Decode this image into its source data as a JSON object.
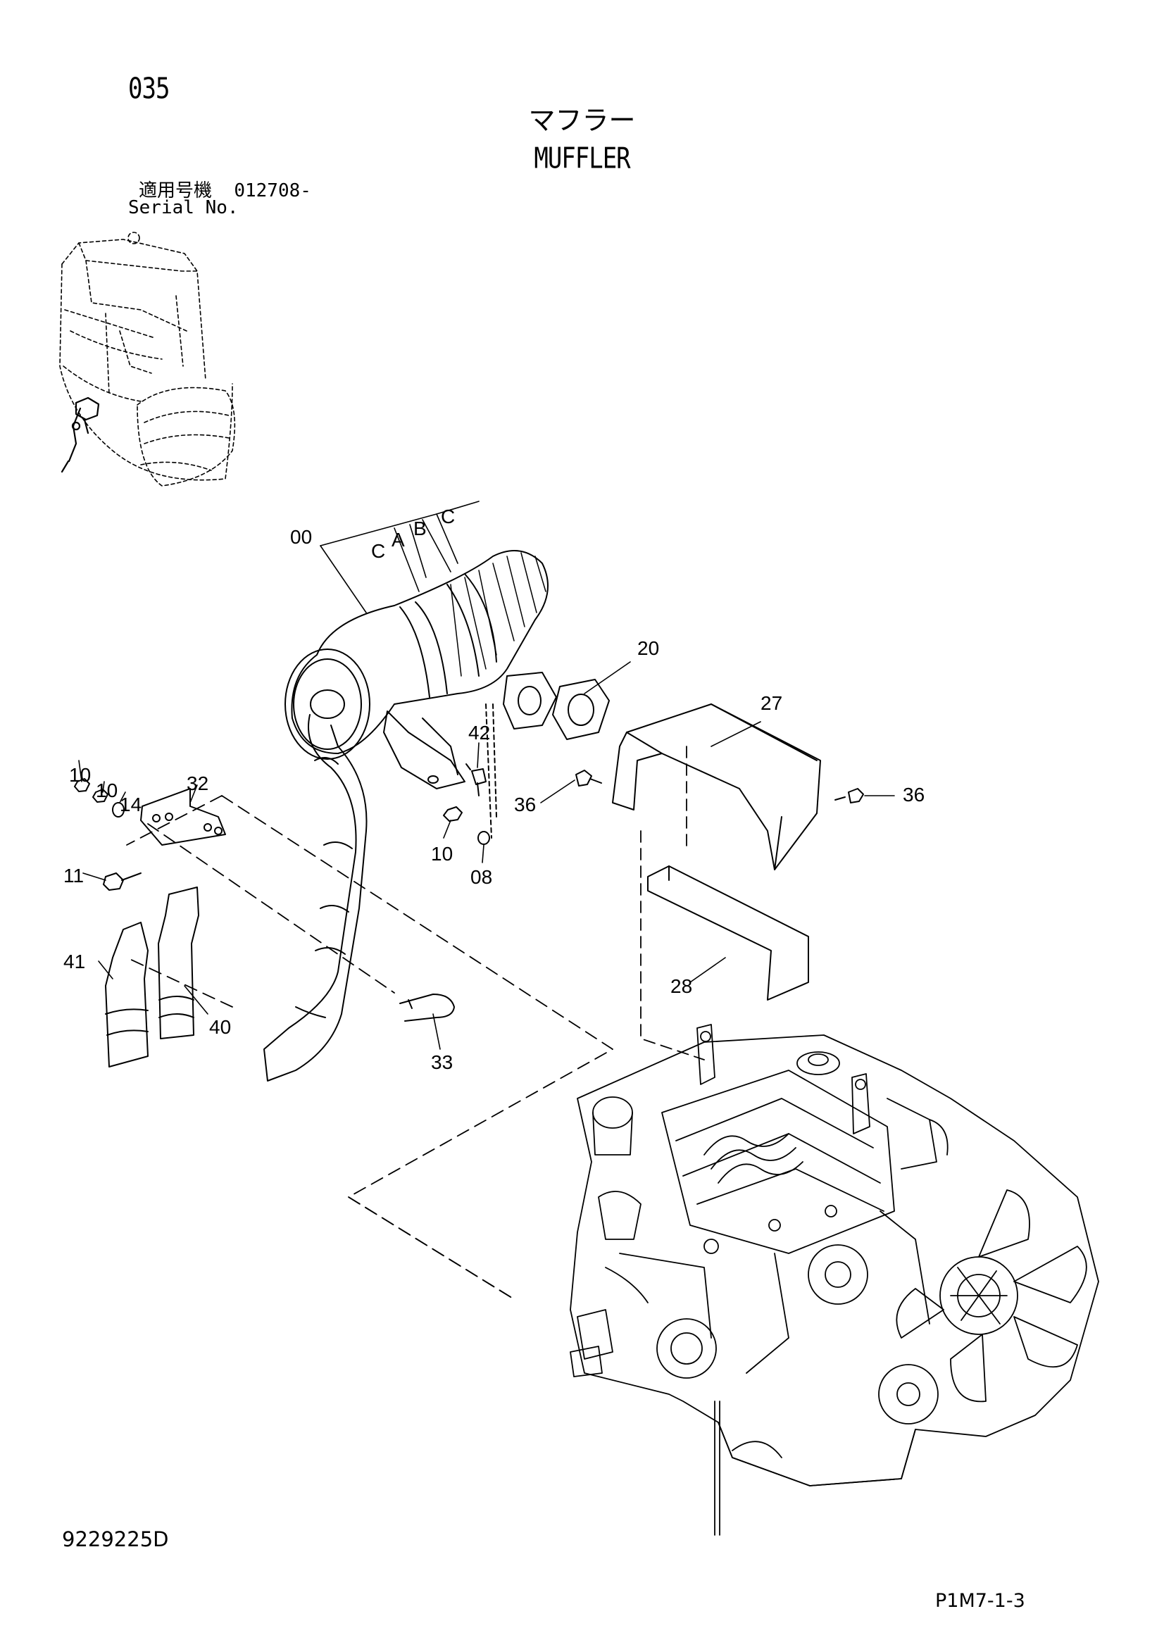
{
  "header": {
    "page_number": "035",
    "title_jp": "マフラー",
    "title_en": "MUFFLER",
    "serial_label_jp": "適用号機",
    "serial_value": "012708-",
    "serial_label_en": "Serial No."
  },
  "footer": {
    "document_number": "9229225D",
    "reference": "P1M7-1-3"
  },
  "callouts": {
    "c00": "00",
    "cA": "A",
    "cB": "B",
    "cC1": "C",
    "cC2": "C",
    "c20": "20",
    "c27": "27",
    "c28": "28",
    "c36a": "36",
    "c36b": "36",
    "c42": "42",
    "c10a": "10",
    "c10b": "10",
    "c10c": "10",
    "c08": "08",
    "c14": "14",
    "c32": "32",
    "c11": "11",
    "c41": "41",
    "c40": "40",
    "c33": "33"
  }
}
